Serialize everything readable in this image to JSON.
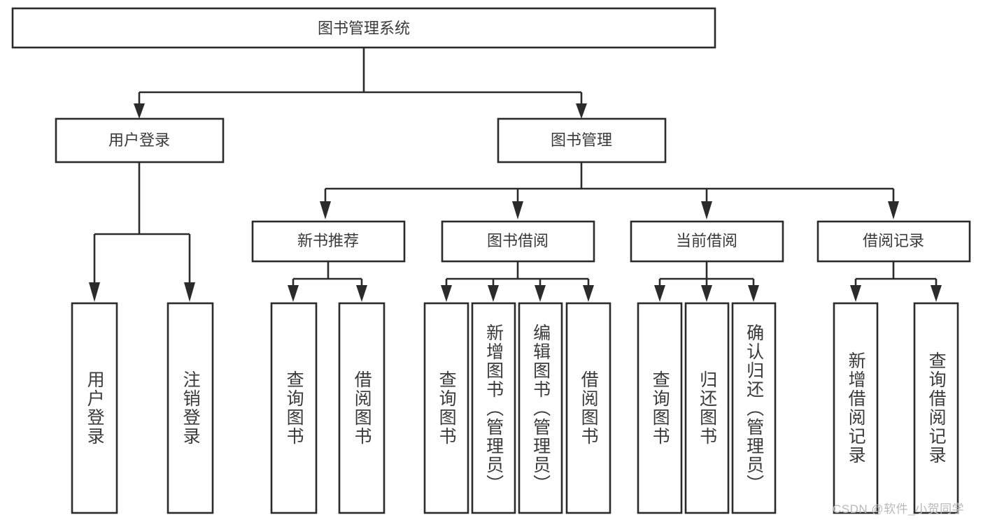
{
  "diagram": {
    "type": "tree-hierarchy-flowchart",
    "root": {
      "id": "root",
      "label": "图书管理系统",
      "orientation": "horizontal"
    },
    "level2": [
      {
        "id": "user-login",
        "label": "用户登录",
        "orientation": "horizontal"
      },
      {
        "id": "book-manage",
        "label": "图书管理",
        "orientation": "horizontal"
      }
    ],
    "level3": [
      {
        "id": "new-book-recommend",
        "label": "新书推荐",
        "orientation": "horizontal",
        "parent": "book-manage"
      },
      {
        "id": "book-borrow",
        "label": "图书借阅",
        "orientation": "horizontal",
        "parent": "book-manage"
      },
      {
        "id": "current-borrow",
        "label": "当前借阅",
        "orientation": "horizontal",
        "parent": "book-manage"
      },
      {
        "id": "borrow-record",
        "label": "借阅记录",
        "orientation": "horizontal",
        "parent": "book-manage"
      }
    ],
    "leaves": [
      {
        "id": "leaf-user-login",
        "label": "用户登录",
        "parent": "user-login",
        "orientation": "vertical"
      },
      {
        "id": "leaf-user-logout",
        "label": "注销登录",
        "parent": "user-login",
        "orientation": "vertical"
      },
      {
        "id": "leaf-query-book-1",
        "label": "查询图书",
        "parent": "new-book-recommend",
        "orientation": "vertical"
      },
      {
        "id": "leaf-borrow-book-1",
        "label": "借阅图书",
        "parent": "new-book-recommend",
        "orientation": "vertical"
      },
      {
        "id": "leaf-query-book-2",
        "label": "查询图书",
        "parent": "book-borrow",
        "orientation": "vertical"
      },
      {
        "id": "leaf-add-book",
        "label": "新增图书（管理员）",
        "parent": "book-borrow",
        "orientation": "vertical"
      },
      {
        "id": "leaf-edit-book",
        "label": "编辑图书（管理员）",
        "parent": "book-borrow",
        "orientation": "vertical"
      },
      {
        "id": "leaf-borrow-book-2",
        "label": "借阅图书",
        "parent": "book-borrow",
        "orientation": "vertical"
      },
      {
        "id": "leaf-query-book-3",
        "label": "查询图书",
        "parent": "current-borrow",
        "orientation": "vertical"
      },
      {
        "id": "leaf-return-book",
        "label": "归还图书",
        "parent": "current-borrow",
        "orientation": "vertical"
      },
      {
        "id": "leaf-confirm-return",
        "label": "确认归还（管理员）",
        "parent": "current-borrow",
        "orientation": "vertical"
      },
      {
        "id": "leaf-add-record",
        "label": "新增借阅记录",
        "parent": "borrow-record",
        "orientation": "vertical"
      },
      {
        "id": "leaf-query-record",
        "label": "查询借阅记录",
        "parent": "borrow-record",
        "orientation": "vertical"
      }
    ],
    "watermark": "CSDN @软件_小贺同学",
    "colors": {
      "stroke": "#2b2b2b",
      "box_fill": "#ffffff",
      "text": "#3a3a3a",
      "background": "#ffffff",
      "watermark": "#b9b9b9"
    }
  }
}
